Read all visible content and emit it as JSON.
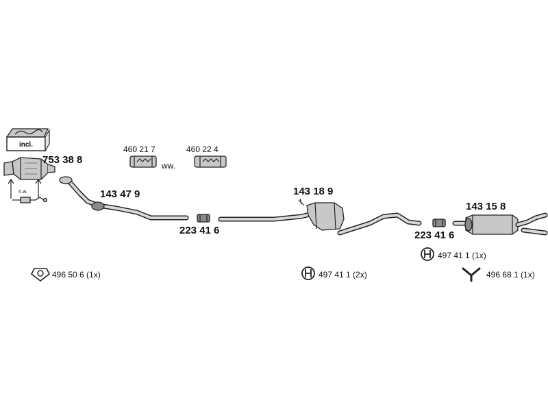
{
  "labels": {
    "catalyst_set": "753 38 8",
    "box_incl": "incl.",
    "na": "n.a.",
    "front_pipe": "143 47 9",
    "clamp_a": "460 21 7",
    "ww": "ww.",
    "clamp_b": "460 22 4",
    "connector_mid": "223 41 6",
    "centre_silencer": "143 18 9",
    "connector_rear": "223 41 6",
    "rear_silencer": "143 15 8"
  },
  "accessories": {
    "gasket": "496 50 6 (1x)",
    "hanger_centre": "497 41 1 (2x)",
    "hanger_rear": "497 41 1 (1x)",
    "hanger_y": "496 68 1 (1x)"
  },
  "icons": {
    "gasket": "ring-gasket-icon",
    "hanger": "rubber-hanger-icon",
    "hanger_y": "y-hanger-icon"
  }
}
